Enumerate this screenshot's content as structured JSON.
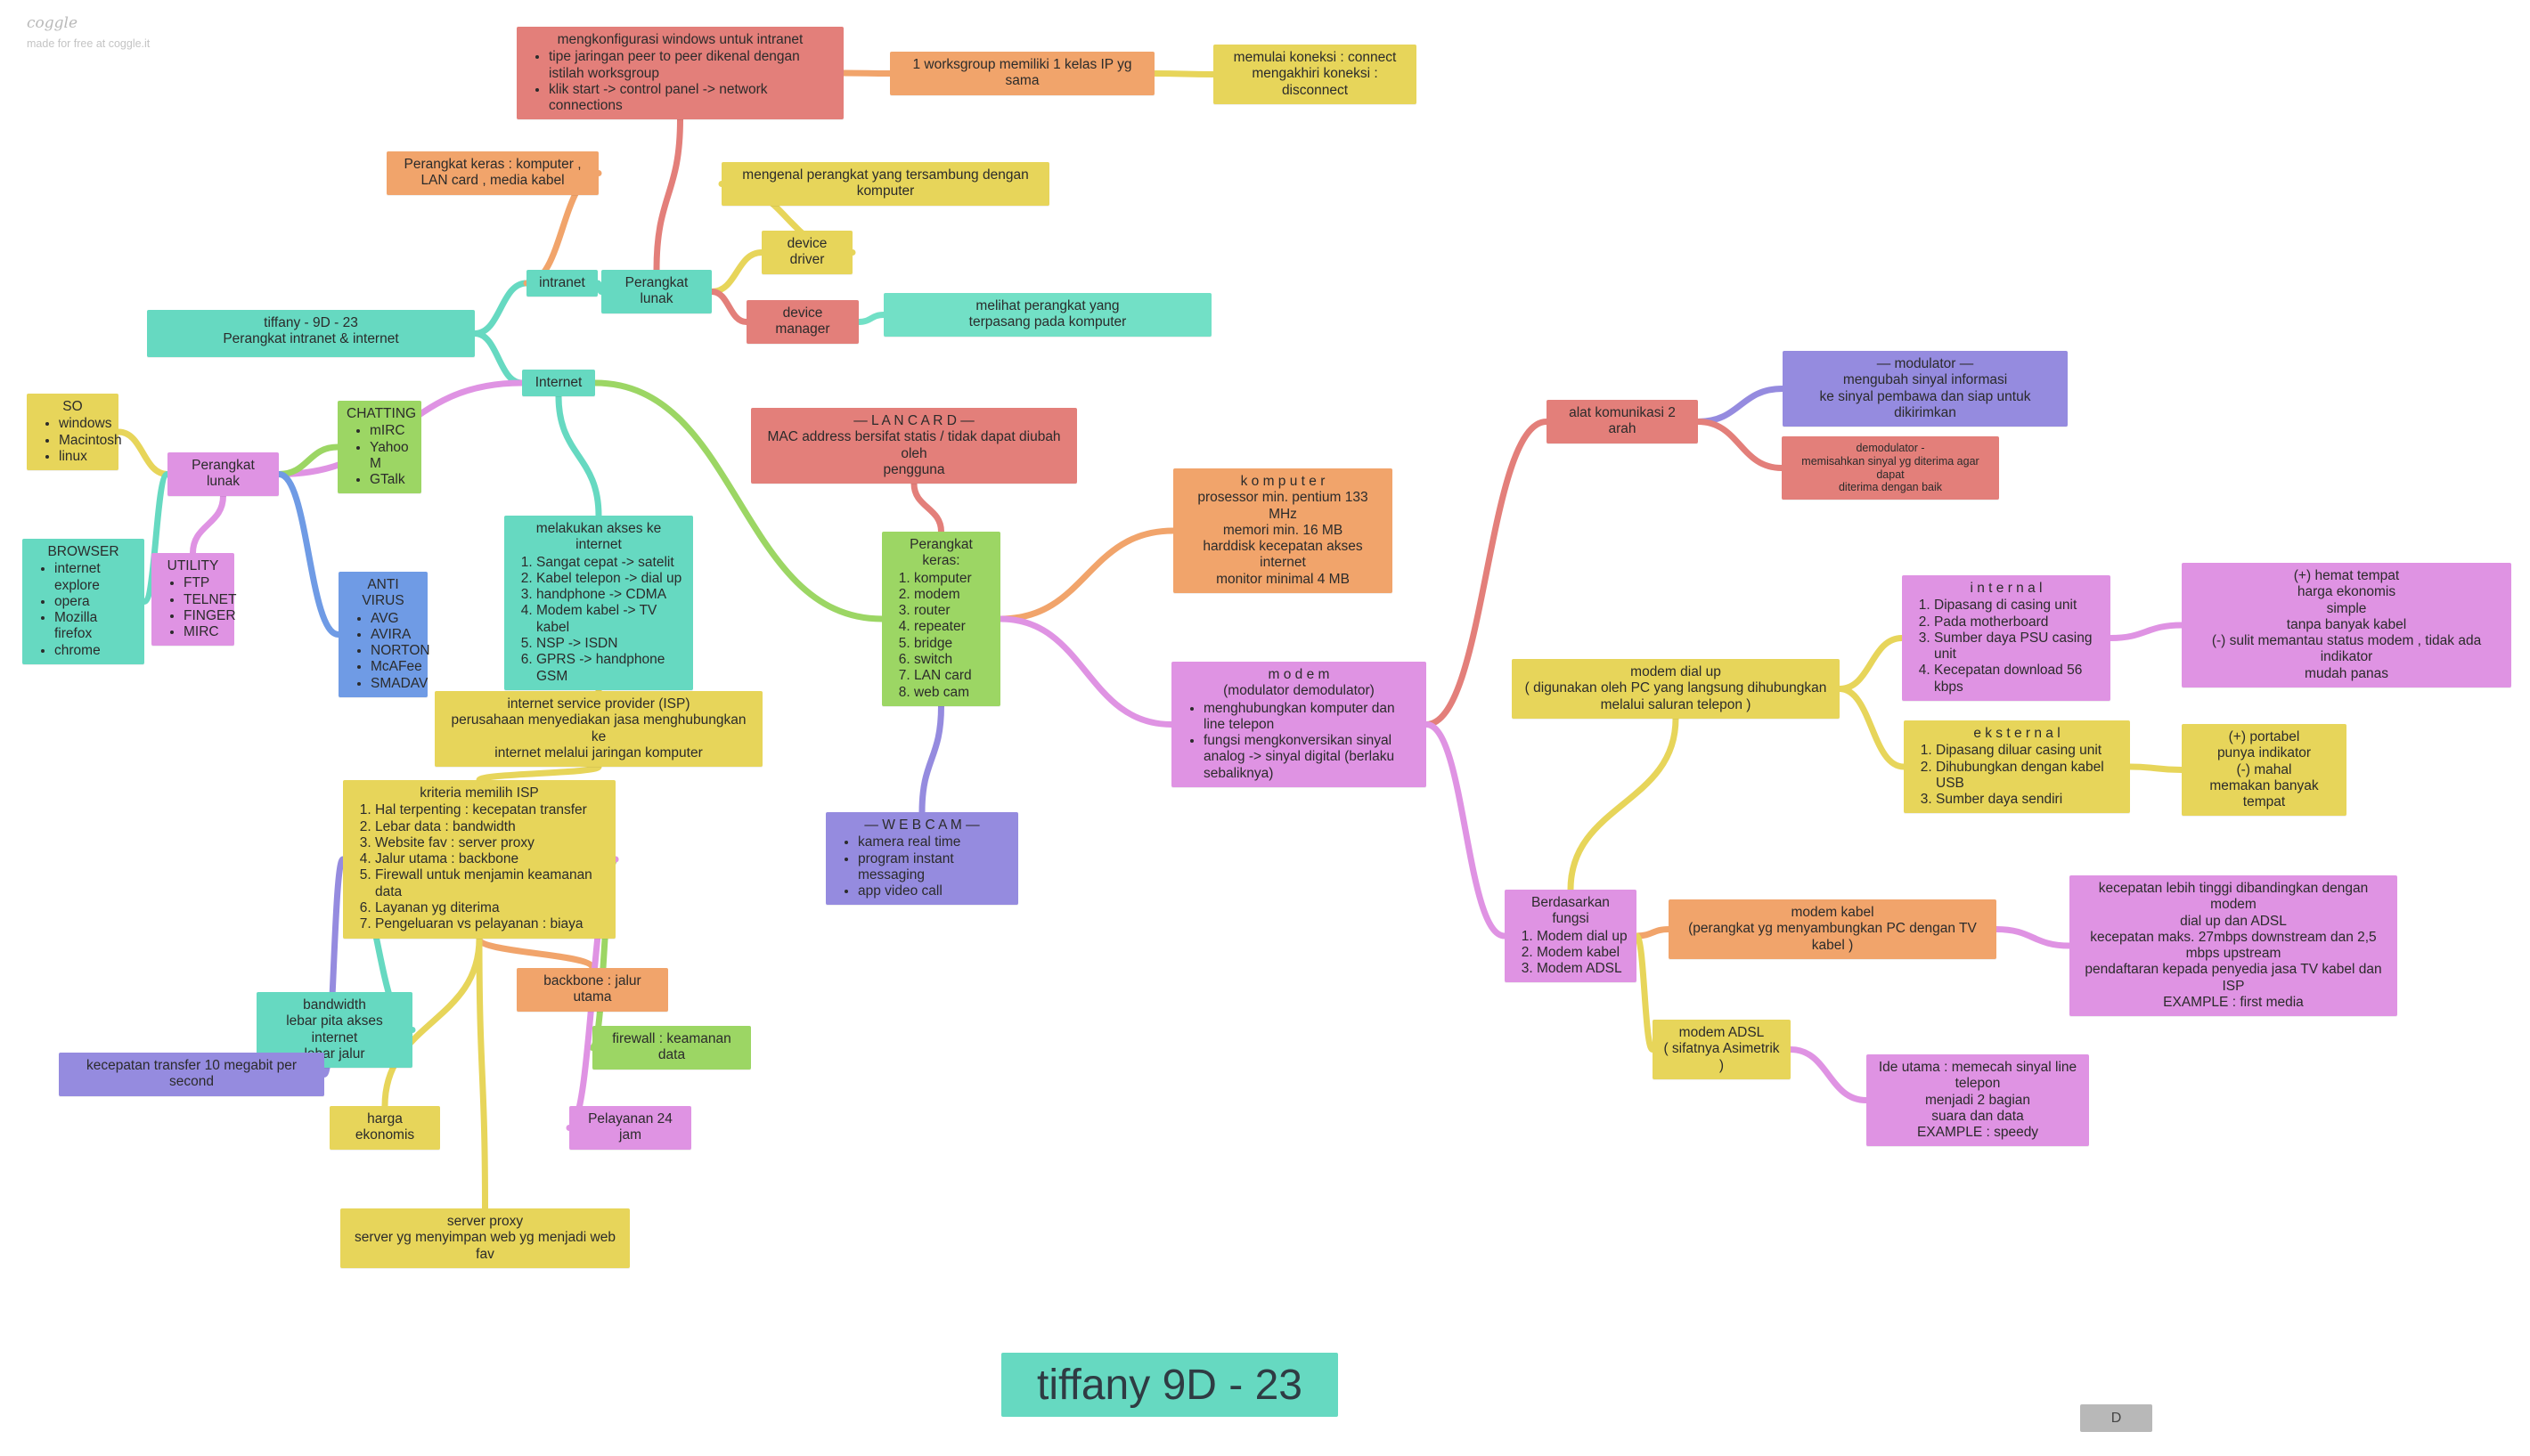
{
  "brand": {
    "logo": "coggle",
    "subtitle": "made for free at coggle.it"
  },
  "footer": {
    "title": "tiffany 9D - 23",
    "badge": "D"
  },
  "nodes": [
    {
      "id": "root",
      "color": "teal",
      "title": [
        "tiffany - 9D - 23",
        "Perangkat intranet & internet"
      ]
    },
    {
      "id": "intranet",
      "color": "teal",
      "title": [
        "intranet"
      ]
    },
    {
      "id": "perangkat_lunak_1",
      "color": "teal",
      "title": [
        "Perangkat lunak"
      ]
    },
    {
      "id": "internet",
      "color": "teal",
      "title": [
        "Internet"
      ]
    },
    {
      "id": "konfig_windows",
      "color": "red",
      "title": [
        "mengkonfigurasi windows untuk intranet"
      ],
      "bullets": [
        "tipe jaringan peer to peer dikenal dengan istilah worksgroup",
        "klik start -> control panel -> network connections"
      ]
    },
    {
      "id": "workgroup",
      "color": "orange",
      "title": [
        "1 worksgroup memiliki 1 kelas IP yg sama"
      ]
    },
    {
      "id": "koneksi",
      "color": "yellow",
      "title": [
        "memulai koneksi : connect",
        "mengakhiri koneksi : disconnect"
      ]
    },
    {
      "id": "perangkat_keras_intranet",
      "color": "orange",
      "title": [
        "Perangkat keras : komputer ,",
        "LAN card , media kabel"
      ]
    },
    {
      "id": "mengenal",
      "color": "yellow",
      "title": [
        "mengenal perangkat yang tersambung dengan",
        "komputer"
      ]
    },
    {
      "id": "device_driver",
      "color": "yellow",
      "title": [
        "device driver"
      ]
    },
    {
      "id": "device_manager",
      "color": "red",
      "title": [
        "device manager"
      ]
    },
    {
      "id": "melihat",
      "color": "teal2",
      "title": [
        "melihat perangkat yang",
        "terpasang pada komputer"
      ]
    },
    {
      "id": "so",
      "color": "yellow",
      "title": [
        "SO"
      ],
      "bullets": [
        "windows",
        "Macintosh",
        "linux"
      ]
    },
    {
      "id": "perangkat_lunak_2",
      "color": "pink",
      "title": [
        "Perangkat lunak"
      ]
    },
    {
      "id": "chatting",
      "color": "green",
      "title": [
        "CHATTING"
      ],
      "bullets": [
        "mIRC",
        "Yahoo M",
        "GTalk"
      ]
    },
    {
      "id": "browser",
      "color": "teal",
      "title": [
        "BROWSER"
      ],
      "bullets": [
        "internet explore",
        "opera",
        "Mozilla firefox",
        "chrome"
      ]
    },
    {
      "id": "utility",
      "color": "pink",
      "title": [
        "UTILITY"
      ],
      "bullets": [
        "FTP",
        "TELNET",
        "FINGER",
        "MIRC"
      ]
    },
    {
      "id": "antivirus",
      "color": "blue",
      "title": [
        "ANTI VIRUS"
      ],
      "bullets": [
        "AVG",
        "AVIRA",
        "NORTON",
        "McAFee",
        "SMADAV"
      ]
    },
    {
      "id": "akses",
      "color": "teal",
      "title": [
        "melakukan akses ke internet"
      ],
      "numbered": [
        "Sangat cepat -> satelit",
        "Kabel telepon -> dial up",
        "handphone -> CDMA",
        "Modem kabel -> TV kabel",
        "NSP -> ISDN",
        "GPRS -> handphone GSM"
      ]
    },
    {
      "id": "isp",
      "color": "yellow",
      "title": [
        "internet service provider (ISP)",
        "perusahaan menyediakan jasa menghubungkan ke",
        "internet melalui jaringan komputer"
      ]
    },
    {
      "id": "kriteria",
      "color": "yellow",
      "title": [
        "kriteria memilih ISP"
      ],
      "numbered": [
        "Hal terpenting : kecepatan transfer",
        "Lebar data : bandwidth",
        "Website fav : server proxy",
        "Jalur utama : backbone",
        "Firewall untuk menjamin keamanan data",
        "Layanan yg diterima",
        "Pengeluaran vs pelayanan : biaya"
      ]
    },
    {
      "id": "backbone",
      "color": "orange",
      "title": [
        "backbone : jalur utama"
      ]
    },
    {
      "id": "bandwidth",
      "color": "teal",
      "title": [
        "bandwidth",
        "lebar pita akses internet",
        "lebar jalur"
      ]
    },
    {
      "id": "firewall",
      "color": "green",
      "title": [
        "firewall : keamanan data"
      ]
    },
    {
      "id": "kecepatan",
      "color": "purple",
      "title": [
        "kecepatan transfer 10 megabit per second"
      ]
    },
    {
      "id": "harga",
      "color": "yellow",
      "title": [
        "harga ekonomis"
      ]
    },
    {
      "id": "pelayanan",
      "color": "pink",
      "title": [
        "Pelayanan 24 jam"
      ]
    },
    {
      "id": "proxy",
      "color": "yellow",
      "title": [
        "server proxy",
        "server yg menyimpan web yg menjadi web fav"
      ]
    },
    {
      "id": "lancard",
      "color": "red",
      "title": [
        "— L A N C A R D —",
        "MAC address bersifat statis / tidak dapat diubah oleh",
        "pengguna"
      ]
    },
    {
      "id": "perangkat_keras_list",
      "color": "green",
      "title": [
        "Perangkat keras:"
      ],
      "numbered": [
        "komputer",
        "modem",
        "router",
        "repeater",
        "bridge",
        "switch",
        "LAN card",
        "web cam"
      ]
    },
    {
      "id": "webcam",
      "color": "purple",
      "title": [
        "— W E B C A M —"
      ],
      "bullets": [
        "kamera real time",
        "program instant messaging",
        "app video call"
      ]
    },
    {
      "id": "komputer",
      "color": "orange",
      "title": [
        "k o m p u t e r",
        "prosessor min. pentium 133 MHz",
        "memori min. 16 MB",
        "harddisk kecepatan akses internet",
        "monitor minimal 4 MB"
      ]
    },
    {
      "id": "modem",
      "color": "pink",
      "title": [
        "m o d e m",
        "(modulator demodulator)"
      ],
      "bullets": [
        "menghubungkan komputer dan line telepon",
        "fungsi mengkonversikan sinyal analog -> sinyal digital (berlaku sebaliknya)"
      ]
    },
    {
      "id": "alat_komunikasi",
      "color": "red",
      "title": [
        "alat komunikasi 2 arah"
      ]
    },
    {
      "id": "modulator",
      "color": "purple",
      "title": [
        "— modulator —",
        "mengubah sinyal informasi",
        "ke sinyal pembawa dan siap untuk dikirimkan"
      ]
    },
    {
      "id": "demodulator",
      "color": "red",
      "title": [
        "demodulator -",
        "memisahkan sinyal yg diterima agar dapat",
        "diterima dengan baik"
      ]
    },
    {
      "id": "dial_up",
      "color": "yellow",
      "title": [
        "modem dial up",
        "( digunakan oleh PC yang langsung dihubungkan",
        "melalui saluran telepon )"
      ]
    },
    {
      "id": "internal",
      "color": "pink",
      "title": [
        "i n t e r n a l"
      ],
      "numbered": [
        "Dipasang di casing unit",
        "Pada motherboard",
        "Sumber daya PSU casing unit",
        "Kecepatan download 56 kbps"
      ]
    },
    {
      "id": "internal_plus",
      "color": "pink",
      "title": [
        "(+) hemat tempat",
        "harga ekonomis",
        "simple",
        "tanpa banyak kabel",
        "(-) sulit memantau status modem , tidak ada",
        "indikator",
        "mudah panas"
      ]
    },
    {
      "id": "eksternal",
      "color": "yellow",
      "title": [
        "e k s t e r n a l"
      ],
      "numbered": [
        "Dipasang diluar casing unit",
        "Dihubungkan dengan kabel USB",
        "Sumber daya sendiri"
      ]
    },
    {
      "id": "eksternal_plus",
      "color": "yellow",
      "title": [
        "(+) portabel",
        "punya indikator",
        "(-) mahal",
        "memakan banyak tempat"
      ]
    },
    {
      "id": "berdasarkan",
      "color": "pink",
      "title": [
        "Berdasarkan fungsi"
      ],
      "numbered": [
        "Modem dial up",
        "Modem kabel",
        "Modem ADSL"
      ]
    },
    {
      "id": "modem_kabel",
      "color": "orange",
      "title": [
        "modem kabel",
        "(perangkat yg menyambungkan PC dengan TV",
        "kabel )"
      ]
    },
    {
      "id": "modem_kabel_info",
      "color": "pink",
      "title": [
        "kecepatan lebih tinggi dibandingkan dengan modem",
        "dial up dan ADSL",
        "kecepatan maks. 27mbps downstream dan 2,5",
        "mbps upstream",
        "pendaftaran kepada penyedia jasa TV kabel dan ISP",
        "EXAMPLE : first media"
      ]
    },
    {
      "id": "adsl",
      "color": "yellow",
      "title": [
        "modem ADSL",
        "( sifatnya Asimetrik )"
      ]
    },
    {
      "id": "adsl_info",
      "color": "pink",
      "title": [
        "Ide utama : memecah sinyal line",
        "telepon",
        "menjadi 2 bagian",
        "suara dan data",
        "EXAMPLE : speedy"
      ]
    }
  ],
  "links": [
    {
      "from": "root",
      "to": "intranet",
      "color": "#66d9c1"
    },
    {
      "from": "root",
      "to": "internet",
      "color": "#66d9c1"
    },
    {
      "from": "intranet",
      "to": "perangkat_keras_intranet",
      "color": "#f1a46b"
    },
    {
      "from": "intranet",
      "to": "perangkat_lunak_1",
      "color": "#66d9c1"
    },
    {
      "from": "perangkat_lunak_1",
      "to": "konfig_windows",
      "color": "#e37f7a"
    },
    {
      "from": "konfig_windows",
      "to": "workgroup",
      "color": "#f1a46b"
    },
    {
      "from": "workgroup",
      "to": "koneksi",
      "color": "#e7d55a"
    },
    {
      "from": "perangkat_lunak_1",
      "to": "device_driver",
      "color": "#e7d55a"
    },
    {
      "from": "device_driver",
      "to": "mengenal",
      "color": "#e7d55a"
    },
    {
      "from": "perangkat_lunak_1",
      "to": "device_manager",
      "color": "#e37f7a"
    },
    {
      "from": "device_manager",
      "to": "melihat",
      "color": "#72e0c6"
    },
    {
      "from": "internet",
      "to": "perangkat_lunak_2",
      "color": "#df93e3"
    },
    {
      "from": "internet",
      "to": "akses",
      "color": "#66d9c1"
    },
    {
      "from": "internet",
      "to": "perangkat_keras_list",
      "color": "#9cd664"
    },
    {
      "from": "perangkat_lunak_2",
      "to": "so",
      "color": "#e7d55a"
    },
    {
      "from": "perangkat_lunak_2",
      "to": "chatting",
      "color": "#9cd664"
    },
    {
      "from": "perangkat_lunak_2",
      "to": "browser",
      "color": "#66d9c1"
    },
    {
      "from": "perangkat_lunak_2",
      "to": "utility",
      "color": "#df93e3"
    },
    {
      "from": "perangkat_lunak_2",
      "to": "antivirus",
      "color": "#6f9be5"
    },
    {
      "from": "akses",
      "to": "isp",
      "color": "#e7d55a"
    },
    {
      "from": "isp",
      "to": "kriteria",
      "color": "#e7d55a"
    },
    {
      "from": "kriteria",
      "to": "backbone",
      "color": "#f1a46b"
    },
    {
      "from": "kriteria",
      "to": "bandwidth",
      "color": "#66d9c1"
    },
    {
      "from": "kriteria",
      "to": "firewall",
      "color": "#9cd664"
    },
    {
      "from": "kriteria",
      "to": "kecepatan",
      "color": "#958bdf"
    },
    {
      "from": "kriteria",
      "to": "harga",
      "color": "#e7d55a"
    },
    {
      "from": "kriteria",
      "to": "pelayanan",
      "color": "#df93e3"
    },
    {
      "from": "kriteria",
      "to": "proxy",
      "color": "#e7d55a"
    },
    {
      "from": "perangkat_keras_list",
      "to": "lancard",
      "color": "#e37f7a"
    },
    {
      "from": "perangkat_keras_list",
      "to": "komputer",
      "color": "#f1a46b"
    },
    {
      "from": "perangkat_keras_list",
      "to": "modem",
      "color": "#df93e3"
    },
    {
      "from": "perangkat_keras_list",
      "to": "webcam",
      "color": "#958bdf"
    },
    {
      "from": "modem",
      "to": "alat_komunikasi",
      "color": "#e37f7a"
    },
    {
      "from": "alat_komunikasi",
      "to": "modulator",
      "color": "#958bdf"
    },
    {
      "from": "alat_komunikasi",
      "to": "demodulator",
      "color": "#e37f7a"
    },
    {
      "from": "modem",
      "to": "berdasarkan",
      "color": "#df93e3"
    },
    {
      "from": "berdasarkan",
      "to": "dial_up",
      "color": "#e7d55a"
    },
    {
      "from": "dial_up",
      "to": "internal",
      "color": "#e7d55a"
    },
    {
      "from": "internal",
      "to": "internal_plus",
      "color": "#df93e3"
    },
    {
      "from": "dial_up",
      "to": "eksternal",
      "color": "#e7d55a"
    },
    {
      "from": "eksternal",
      "to": "eksternal_plus",
      "color": "#e7d55a"
    },
    {
      "from": "berdasarkan",
      "to": "modem_kabel",
      "color": "#f1a46b"
    },
    {
      "from": "modem_kabel",
      "to": "modem_kabel_info",
      "color": "#df93e3"
    },
    {
      "from": "berdasarkan",
      "to": "adsl",
      "color": "#e7d55a"
    },
    {
      "from": "adsl",
      "to": "adsl_info",
      "color": "#df93e3"
    }
  ]
}
